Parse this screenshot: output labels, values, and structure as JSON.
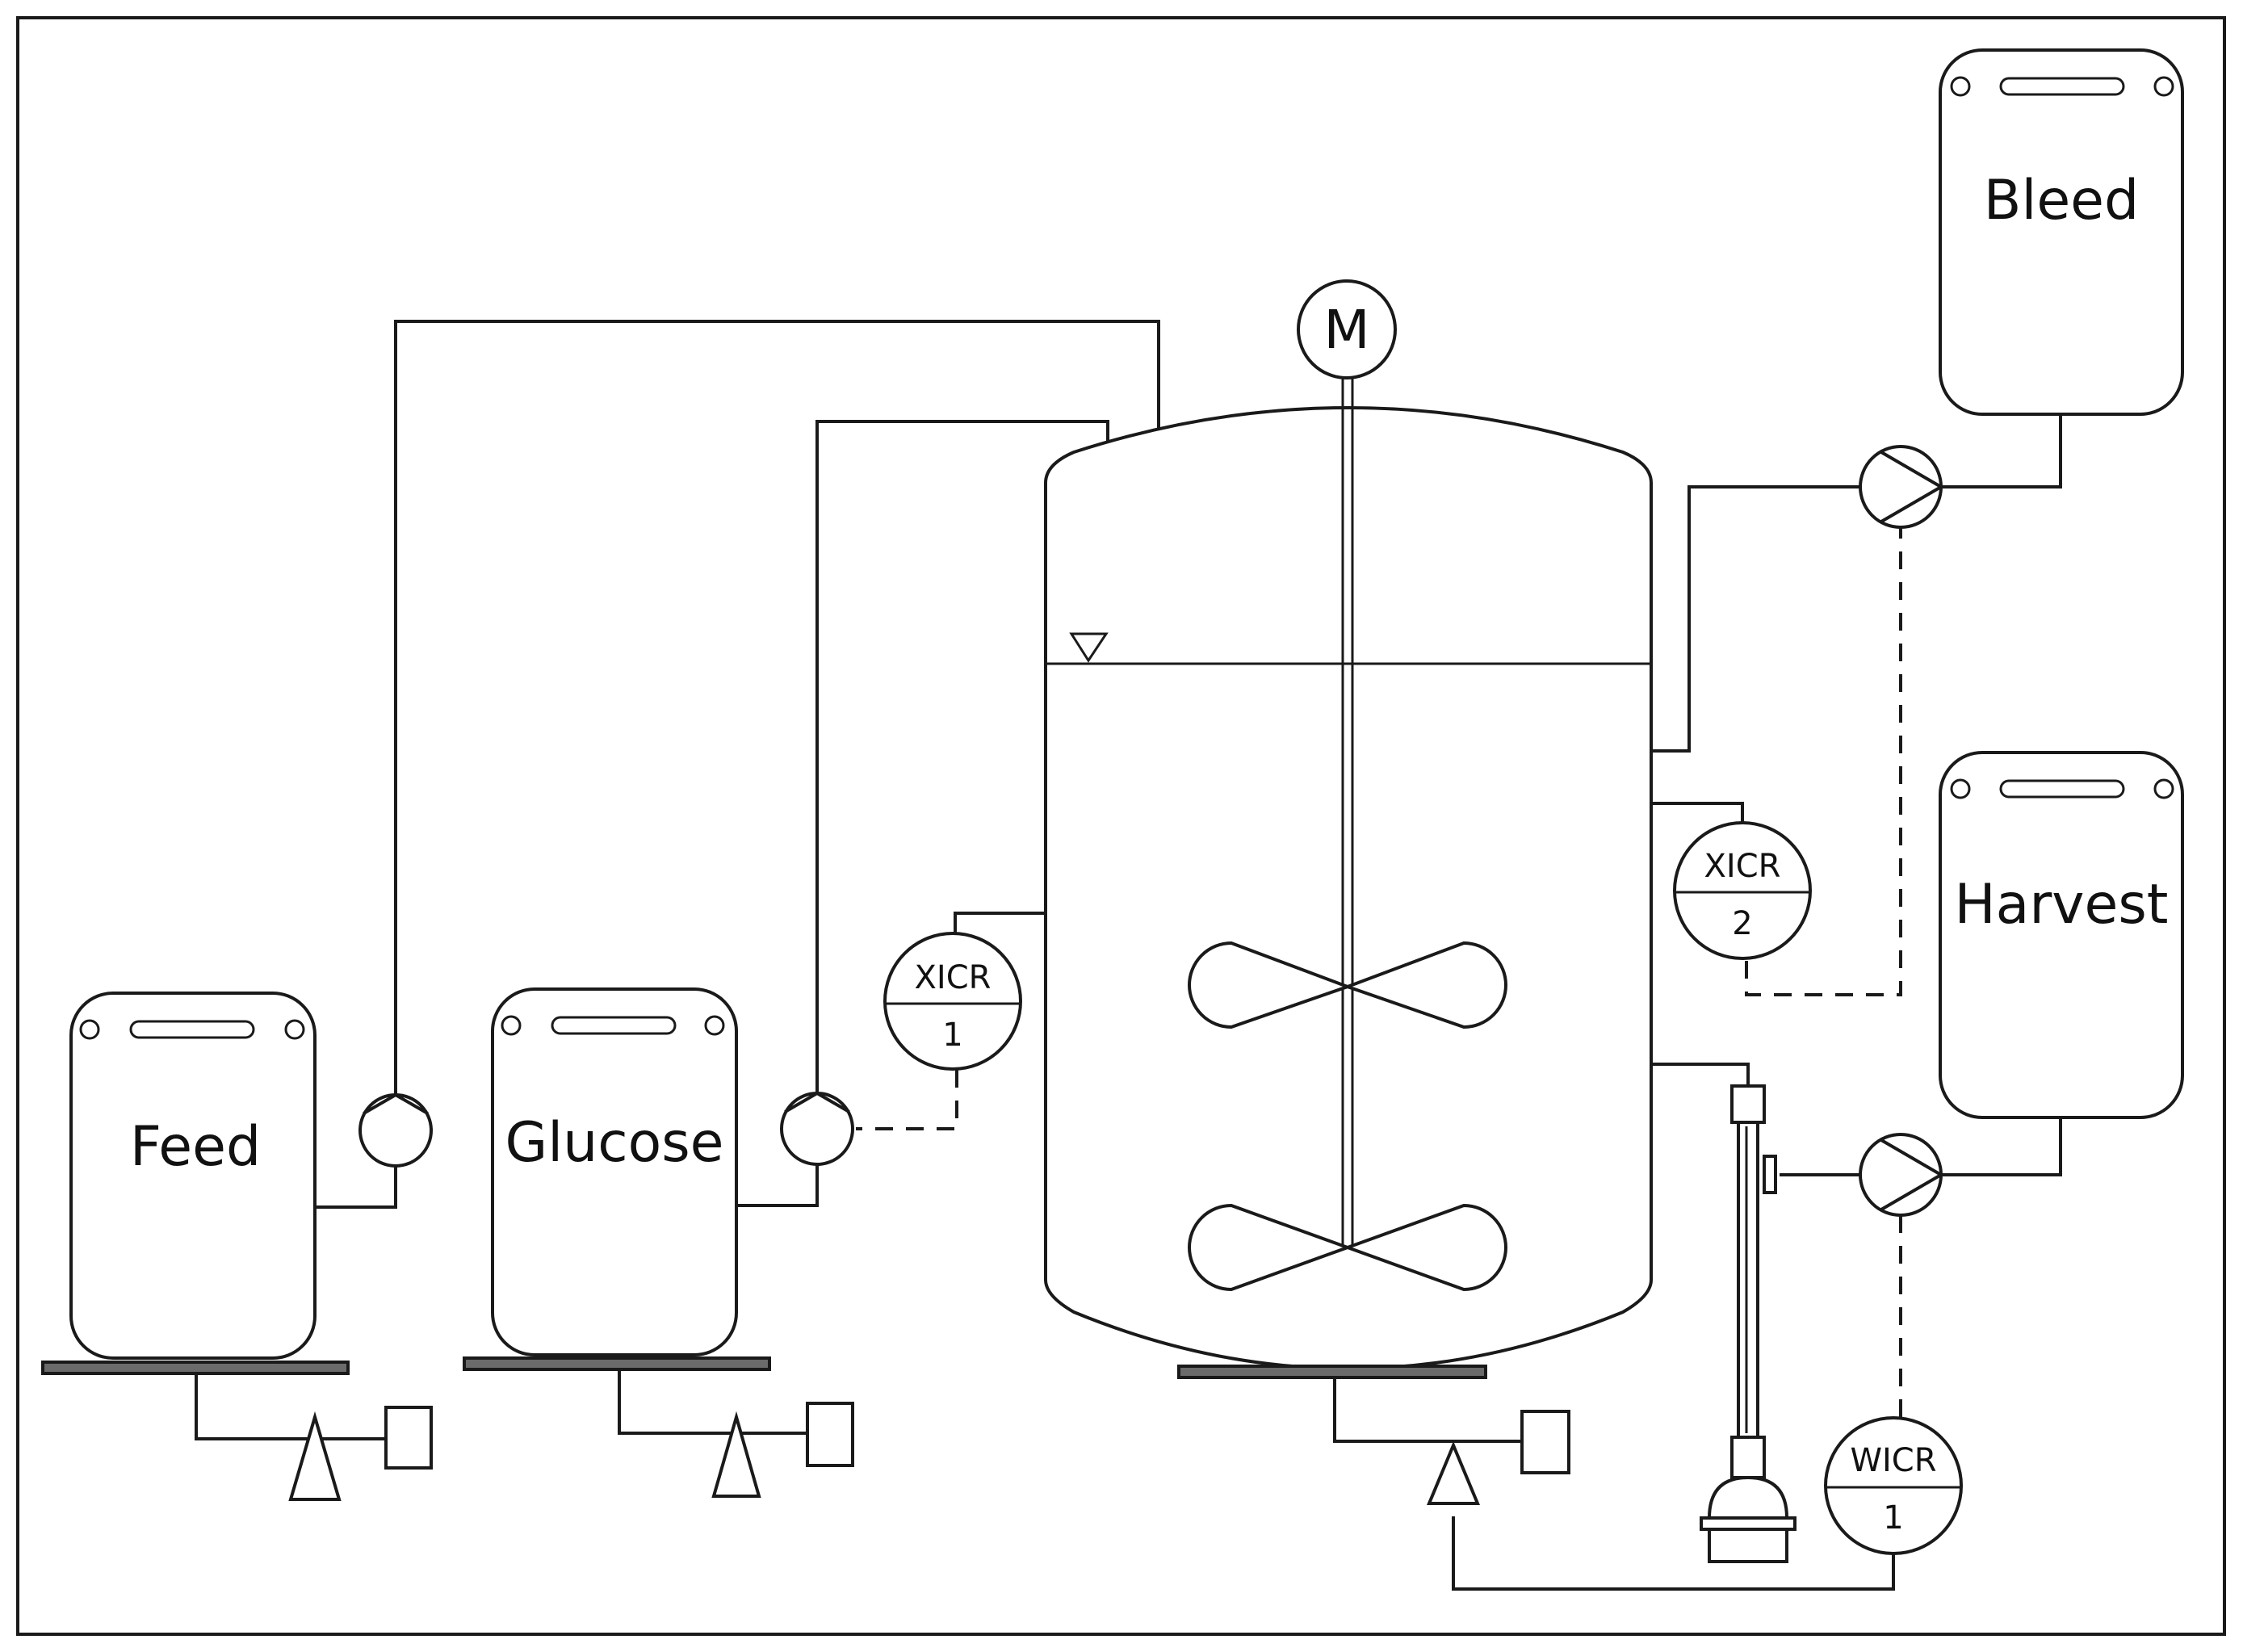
{
  "vessels": {
    "feed": "Feed",
    "glucose": "Glucose",
    "bleed": "Bleed",
    "harvest": "Harvest"
  },
  "motor": "M",
  "instruments": {
    "xicr1": {
      "tag": "XICR",
      "number": "1"
    },
    "xicr2": {
      "tag": "XICR",
      "number": "2"
    },
    "wicr1": {
      "tag": "WICR",
      "number": "1"
    }
  }
}
